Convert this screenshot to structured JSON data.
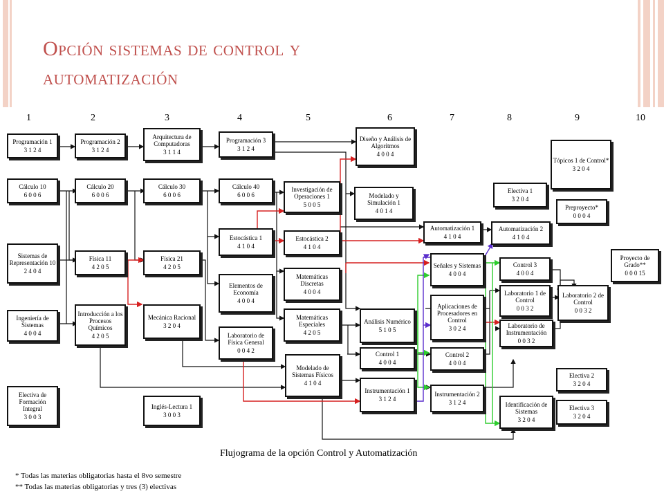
{
  "title_line1": "Opción sistemas de control y",
  "title_line2": "automatización",
  "columns": [
    "1",
    "2",
    "3",
    "4",
    "5",
    "6",
    "7",
    "8",
    "9",
    "10"
  ],
  "courses": {
    "prog1": {
      "name": "Programación 1",
      "code": "3 1 2 4"
    },
    "prog2": {
      "name": "Programación 2",
      "code": "3 1 2 4"
    },
    "arqcomp": {
      "name": "Arquitectura de Computadoras",
      "code": "3 1 1 4"
    },
    "prog3": {
      "name": "Programación 3",
      "code": "3 1 2 4"
    },
    "diseno": {
      "name": "Diseño y Análisis de Algoritmos",
      "code": "4 0 0 4"
    },
    "topicos": {
      "name": "Tópicos 1 de Control*",
      "code": "3 2 0 4"
    },
    "calc10": {
      "name": "Cálculo 10",
      "code": "6 0 0 6"
    },
    "calc20": {
      "name": "Cálculo 20",
      "code": "6 0 0 6"
    },
    "calc30": {
      "name": "Cálculo 30",
      "code": "6 0 0 6"
    },
    "calc40": {
      "name": "Cálculo 40",
      "code": "6 0 0 6"
    },
    "invop": {
      "name": "Investigación de Operaciones 1",
      "code": "5 0 0 5"
    },
    "modsim": {
      "name": "Modelado y Simulación 1",
      "code": "4 0 1 4"
    },
    "electiva1": {
      "name": "Electiva 1",
      "code": "3 2 0 4"
    },
    "preproyecto": {
      "name": "Preproyecto*",
      "code": "0 0 0 4"
    },
    "sisrep": {
      "name": "Sistemas de Representación 10",
      "code": "2 4 0 4"
    },
    "fisica11": {
      "name": "Física 11",
      "code": "4 2 0 5"
    },
    "fisica21": {
      "name": "Física 21",
      "code": "4 2 0 5"
    },
    "estoc1": {
      "name": "Estocástica 1",
      "code": "4 1 0 4"
    },
    "estoc2": {
      "name": "Estocástica 2",
      "code": "4 1 0 4"
    },
    "automat1": {
      "name": "Automatización 1",
      "code": "4 1 0 4"
    },
    "automat2": {
      "name": "Automatización 2",
      "code": "4 1 0 4"
    },
    "proyecto": {
      "name": "Proyecto de Grado**",
      "code": "0 0 0 15"
    },
    "senales": {
      "name": "Señales y Sistemas",
      "code": "4 0 0 4"
    },
    "control3": {
      "name": "Control 3",
      "code": "4 0 0 4"
    },
    "elemecon": {
      "name": "Elementos de Economía",
      "code": "4 0 0 4"
    },
    "matdisc": {
      "name": "Matemáticas Discretas",
      "code": "4 0 0 4"
    },
    "aplproc": {
      "name": "Aplicaciones de Procesadores en Control",
      "code": "3 0 2 4"
    },
    "labctrl1": {
      "name": "Laboratorio 1 de Control",
      "code": "0 0 3 2"
    },
    "labctrl2": {
      "name": "Laboratorio 2 de Control",
      "code": "0 0 3 2"
    },
    "ingsis": {
      "name": "Ingeniería de Sistemas",
      "code": "4 0 0 4"
    },
    "intproc": {
      "name": "Introducción a los Procesos Químicos",
      "code": "4 2 0 5"
    },
    "mecrac": {
      "name": "Mecánica Racional",
      "code": "3 2 0 4"
    },
    "matesp": {
      "name": "Matemáticas Especiales",
      "code": "4 2 0 5"
    },
    "analnum": {
      "name": "Análisis Numérico",
      "code": "5 1 0 5"
    },
    "labinst": {
      "name": "Laboratorio de Instrumentación",
      "code": "0 0 3 2"
    },
    "labfis": {
      "name": "Laboratorio de Física General",
      "code": "0 0 4 2"
    },
    "control1": {
      "name": "Control 1",
      "code": "4 0 0 4"
    },
    "control2": {
      "name": "Control 2",
      "code": "4 0 0 4"
    },
    "modfis": {
      "name": "Modelado de Sistemas Físicos",
      "code": "4 1 0 4"
    },
    "electiva2": {
      "name": "Electiva 2",
      "code": "3 2 0 4"
    },
    "instr1": {
      "name": "Instrumentación 1",
      "code": "3 1 2 4"
    },
    "instr2": {
      "name": "Instrumentación 2",
      "code": "3 1 2 4"
    },
    "electform": {
      "name": "Electiva de Formación Integral",
      "code": "3 0 0 3"
    },
    "ingles": {
      "name": "Inglés-Lectura 1",
      "code": "3 0 0 3"
    },
    "identsis": {
      "name": "Identificación de Sistemas",
      "code": "3 2 0 4"
    },
    "electiva3": {
      "name": "Electiva 3",
      "code": "3 2 0 4"
    }
  },
  "caption": "Flujograma de la opción Control y Automatización",
  "note1": "* Todas las materias obligatorias hasta el 8vo semestre",
  "note2": "** Todas las materias obligatorias y tres (3) electivas",
  "colors": {
    "title": "#c0504d",
    "red": "#d62020",
    "green": "#2ecc2e",
    "purple": "#5a2ecc",
    "black": "#111111"
  }
}
